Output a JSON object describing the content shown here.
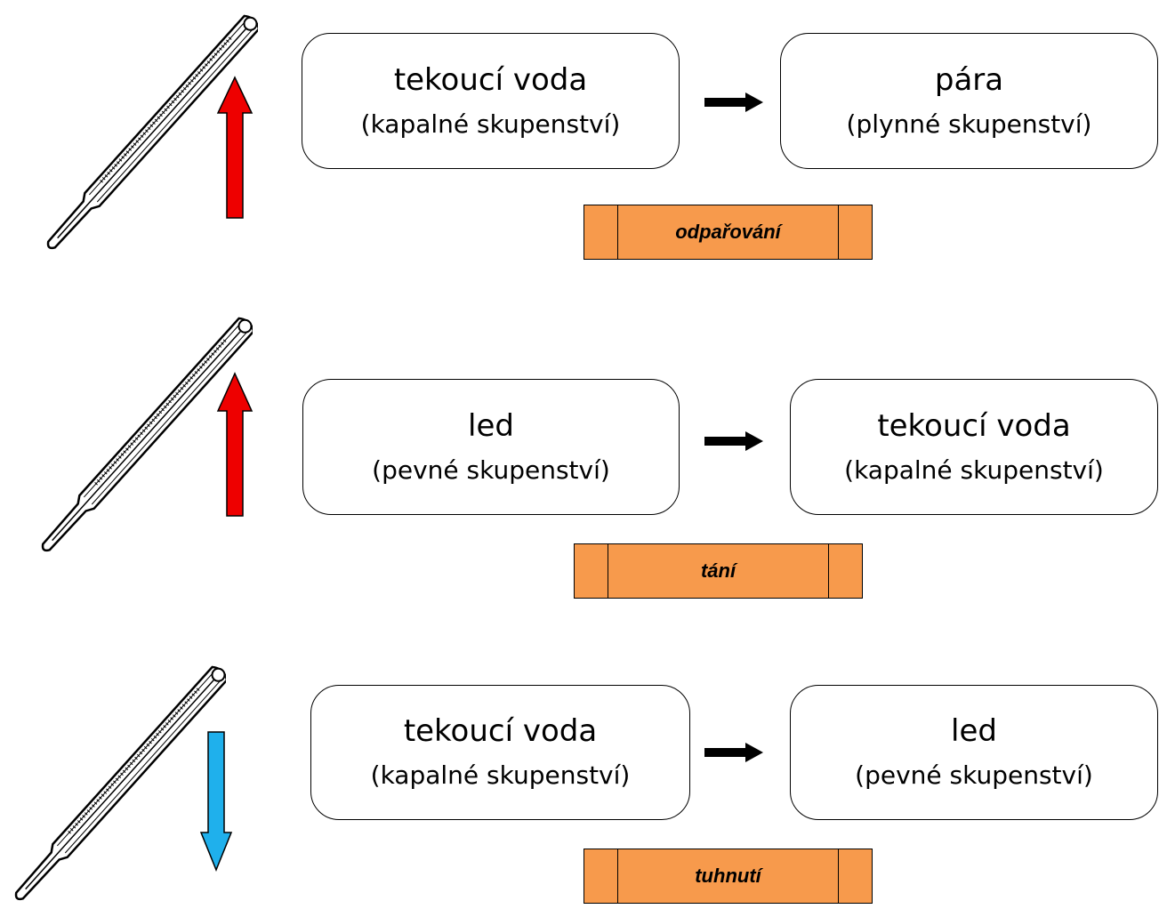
{
  "rows": [
    {
      "temperature_change": "up",
      "from": {
        "name": "tekoucí voda",
        "phase": "(kapalné skupenství)"
      },
      "to": {
        "name": "pára",
        "phase": "(plynné skupenství)"
      },
      "process": "odpařování"
    },
    {
      "temperature_change": "up",
      "from": {
        "name": "led",
        "phase": "(pevné skupenství)"
      },
      "to": {
        "name": "tekoucí voda",
        "phase": "(kapalné skupenství)"
      },
      "process": "tání"
    },
    {
      "temperature_change": "down",
      "from": {
        "name": "tekoucí voda",
        "phase": "(kapalné skupenství)"
      },
      "to": {
        "name": "led",
        "phase": "(pevné skupenství)"
      },
      "process": "tuhnutí"
    }
  ],
  "colors": {
    "up_arrow": "#ee0000",
    "down_arrow": "#1fb0ec",
    "process_fill": "#f79a4c",
    "flow_arrow": "#000000"
  },
  "icons": {
    "thermometer": "thermometer-icon",
    "temperature_up": "arrow-up-icon",
    "temperature_down": "arrow-down-icon",
    "flow": "arrow-right-icon"
  }
}
